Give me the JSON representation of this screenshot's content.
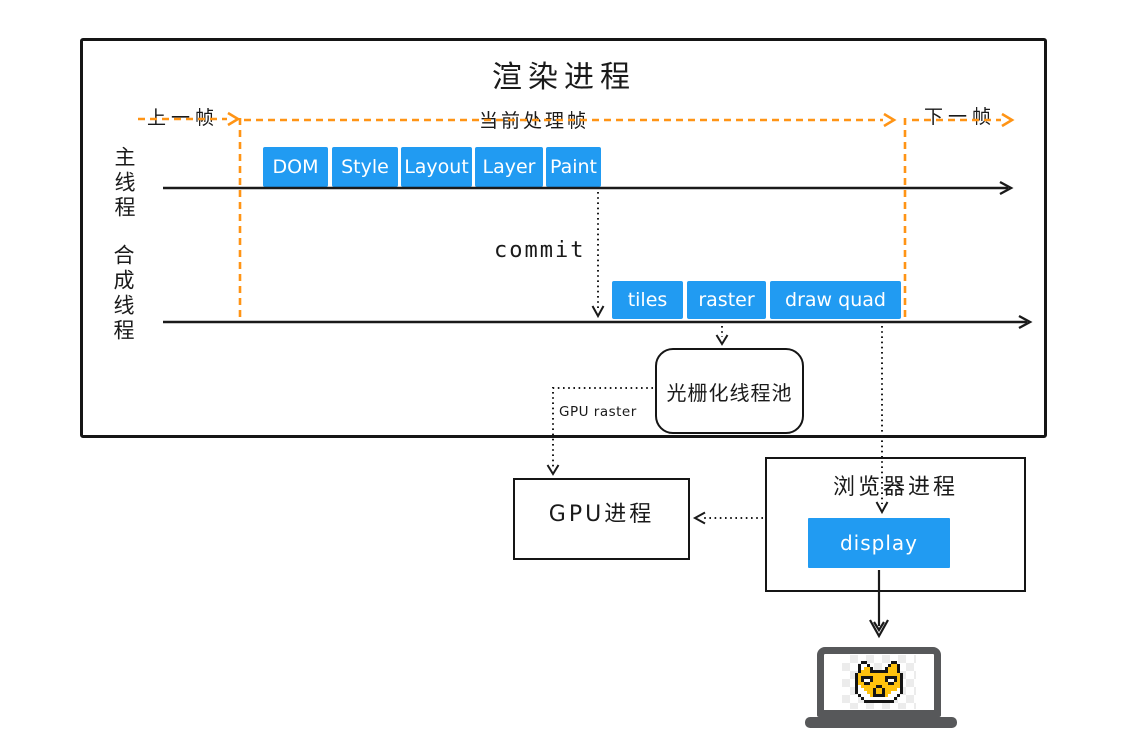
{
  "colors": {
    "accent_blue": "#219BF2",
    "accent_orange": "#FF9415",
    "line_black": "#1a1a1a",
    "laptop_gray": "#57585a"
  },
  "render_process": {
    "title": "渲染进程",
    "frame_markers": {
      "prev": "上一帧",
      "current": "当前处理帧",
      "next": "下一帧"
    },
    "main_thread": {
      "label": "主线程",
      "stages": [
        "DOM",
        "Style",
        "Layout",
        "Layer",
        "Paint"
      ]
    },
    "commit_label": "commit",
    "compositor_thread": {
      "label": "合成线程",
      "stages": [
        "tiles",
        "raster",
        "draw quad"
      ]
    },
    "raster_pool": {
      "label": "光栅化线程池"
    },
    "gpu_raster_label": "GPU raster"
  },
  "gpu_process": {
    "label": "GPU进程"
  },
  "browser_process": {
    "label": "浏览器进程",
    "display_label": "display"
  },
  "icons": {
    "laptop": "laptop-icon",
    "shiba": "shiba-dog-icon"
  }
}
